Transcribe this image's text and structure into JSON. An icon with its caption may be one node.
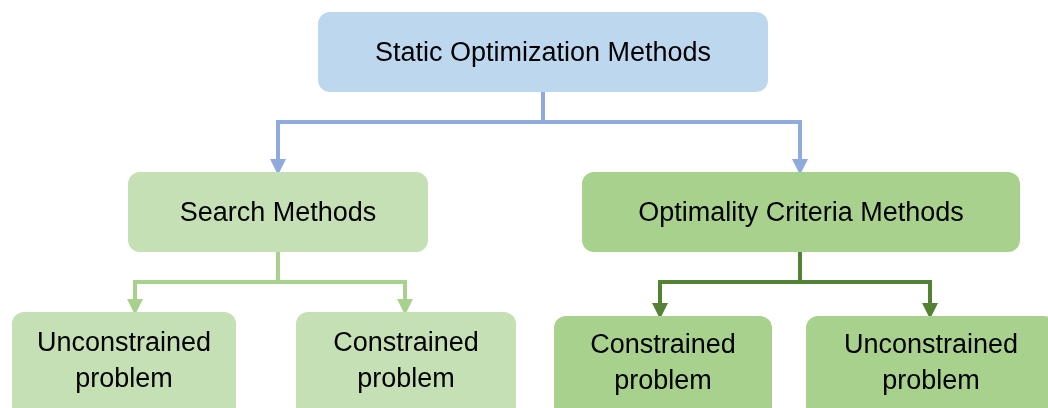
{
  "diagram": {
    "nodes": [
      {
        "text": [
          "Static Optimization Methods"
        ]
      },
      {
        "text": [
          "Search Methods"
        ]
      },
      {
        "text": [
          "Optimality Criteria Methods"
        ]
      },
      {
        "text": [
          "Unconstrained problem"
        ]
      },
      {
        "text": [
          "Constrained problem"
        ]
      },
      {
        "text": [
          "Constrained problem"
        ]
      },
      {
        "text": [
          "Unconstrained problem"
        ]
      }
    ],
    "edges": [
      {
        "from": 0,
        "to": 1,
        "arrow": "to",
        "color": "#8faadc"
      },
      {
        "from": 0,
        "to": 2,
        "arrow": "to",
        "color": "#8faadc"
      },
      {
        "from": 1,
        "to": 3,
        "arrow": "to",
        "color": "#a9d18e"
      },
      {
        "from": 1,
        "to": 4,
        "arrow": "to",
        "color": "#a9d18e"
      },
      {
        "from": 2,
        "to": 5,
        "arrow": "to",
        "color": "#548235"
      },
      {
        "from": 2,
        "to": 6,
        "arrow": "to",
        "color": "#548235"
      }
    ]
  }
}
